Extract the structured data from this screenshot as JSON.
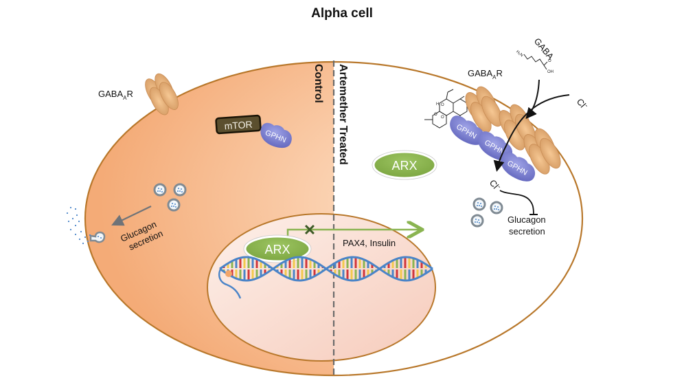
{
  "title": "Alpha cell",
  "panels": {
    "control": "Control",
    "treated": "Artemether Treated"
  },
  "receptor": {
    "name_main": "GABA",
    "name_sub": "A",
    "name_suffix": "R"
  },
  "control_side": {
    "mtor_label": "mTOR",
    "gphn_label": "GPHN",
    "glucagon_line1": "Glucagon",
    "glucagon_line2": "secretion"
  },
  "nucleus": {
    "arx_label": "ARX",
    "target_genes": "PAX4, Insulin",
    "block_mark": "✕"
  },
  "treated_side": {
    "arx_label": "ARX",
    "gaba_ligand": "GABA",
    "chloride_in": "Cl",
    "chloride_out": "Cl",
    "charge": "-",
    "gphn_labels": [
      "GPHN",
      "GPHN",
      "GPHN"
    ],
    "glucagon_line1": "Glucagon",
    "glucagon_line2": "secretion"
  },
  "colors": {
    "cell_membrane": "#b8772a",
    "cytoplasm_control": "#f6b483",
    "receptor_fill": "#e8b27e",
    "gphn_fill": "#7b7fd0",
    "mtor_fill": "#5b4f2e",
    "arx_fill": "#8ab451",
    "arrow_green": "#8ab451",
    "block_x": "#3d5a26",
    "vesicle_ring": "#7f8a93",
    "dna_blue": "#4a84c8"
  }
}
